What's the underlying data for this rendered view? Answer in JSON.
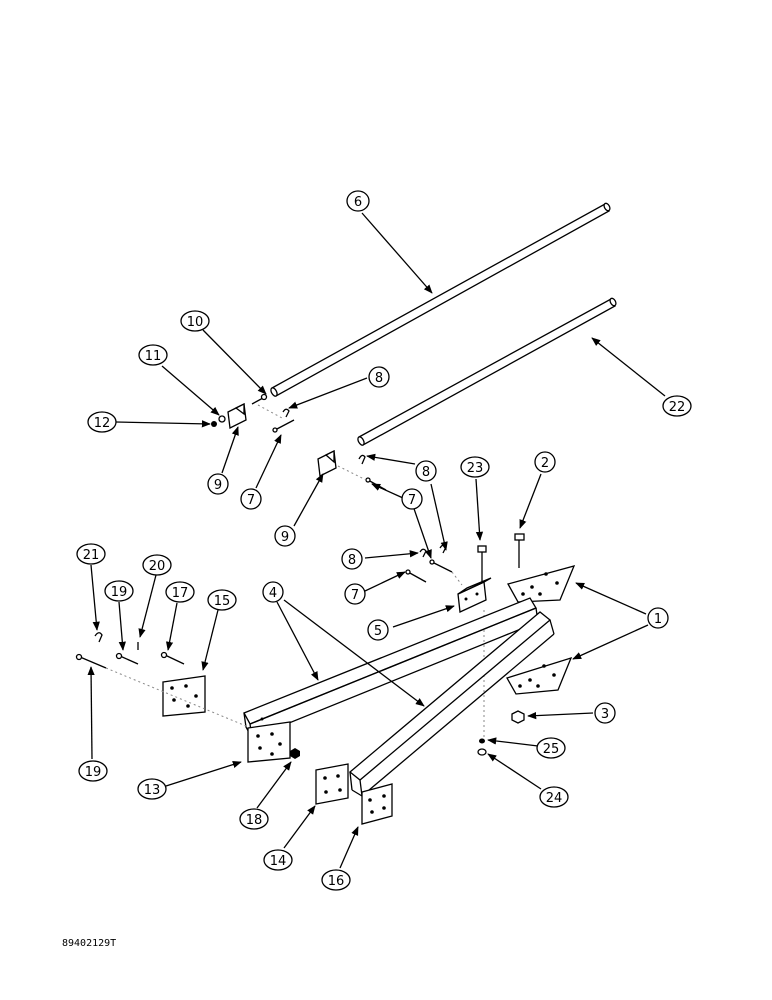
{
  "figure_code": "89402129T",
  "callouts": [
    {
      "id": "c6",
      "label": "6"
    },
    {
      "id": "c10",
      "label": "10"
    },
    {
      "id": "c11",
      "label": "11"
    },
    {
      "id": "c12",
      "label": "12"
    },
    {
      "id": "c8a",
      "label": "8"
    },
    {
      "id": "c9a",
      "label": "9"
    },
    {
      "id": "c7a",
      "label": "7"
    },
    {
      "id": "c22",
      "label": "22"
    },
    {
      "id": "c23",
      "label": "23"
    },
    {
      "id": "c2",
      "label": "2"
    },
    {
      "id": "c8b",
      "label": "8"
    },
    {
      "id": "c7b",
      "label": "7"
    },
    {
      "id": "c9b",
      "label": "9"
    },
    {
      "id": "c8c",
      "label": "8"
    },
    {
      "id": "c7c",
      "label": "7"
    },
    {
      "id": "c5",
      "label": "5"
    },
    {
      "id": "c1",
      "label": "1"
    },
    {
      "id": "c21",
      "label": "21"
    },
    {
      "id": "c19a",
      "label": "19"
    },
    {
      "id": "c20",
      "label": "20"
    },
    {
      "id": "c17",
      "label": "17"
    },
    {
      "id": "c15",
      "label": "15"
    },
    {
      "id": "c4",
      "label": "4"
    },
    {
      "id": "c3",
      "label": "3"
    },
    {
      "id": "c25",
      "label": "25"
    },
    {
      "id": "c24",
      "label": "24"
    },
    {
      "id": "c19b",
      "label": "19"
    },
    {
      "id": "c13",
      "label": "13"
    },
    {
      "id": "c18",
      "label": "18"
    },
    {
      "id": "c14",
      "label": "14"
    },
    {
      "id": "c16",
      "label": "16"
    }
  ]
}
